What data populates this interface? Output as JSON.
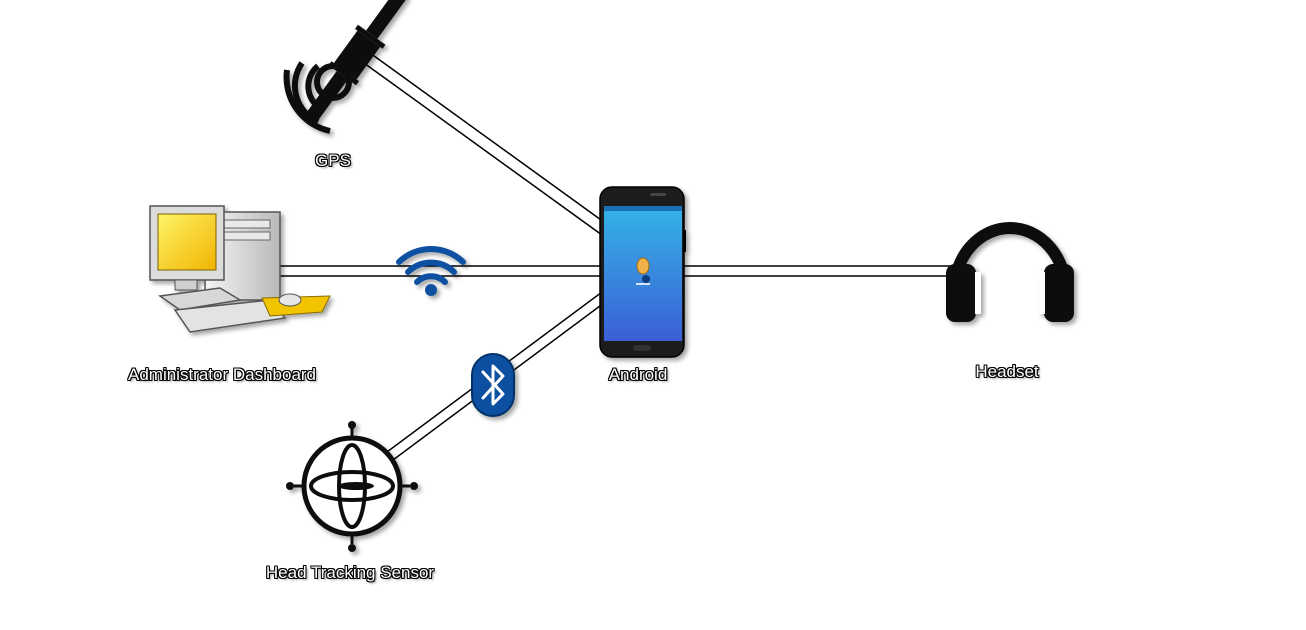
{
  "nodes": {
    "gps": {
      "label": "GPS",
      "icon": "satellite-icon"
    },
    "admin": {
      "label": "Administrator Dashboard",
      "icon": "desktop-computer-icon"
    },
    "android": {
      "label": "Android",
      "icon": "smartphone-icon",
      "screen_gradient": [
        "#35b3e6",
        "#3a5fd6"
      ]
    },
    "headset": {
      "label": "Headset",
      "icon": "headphones-icon"
    },
    "sensor": {
      "label": "Head Tracking Sensor",
      "icon": "gyroscope-icon"
    }
  },
  "connections": {
    "wifi": {
      "icon": "wifi-icon",
      "color": "#0a4fa0"
    },
    "bluetooth": {
      "icon": "bluetooth-icon",
      "color": "#0a4fa0"
    }
  }
}
